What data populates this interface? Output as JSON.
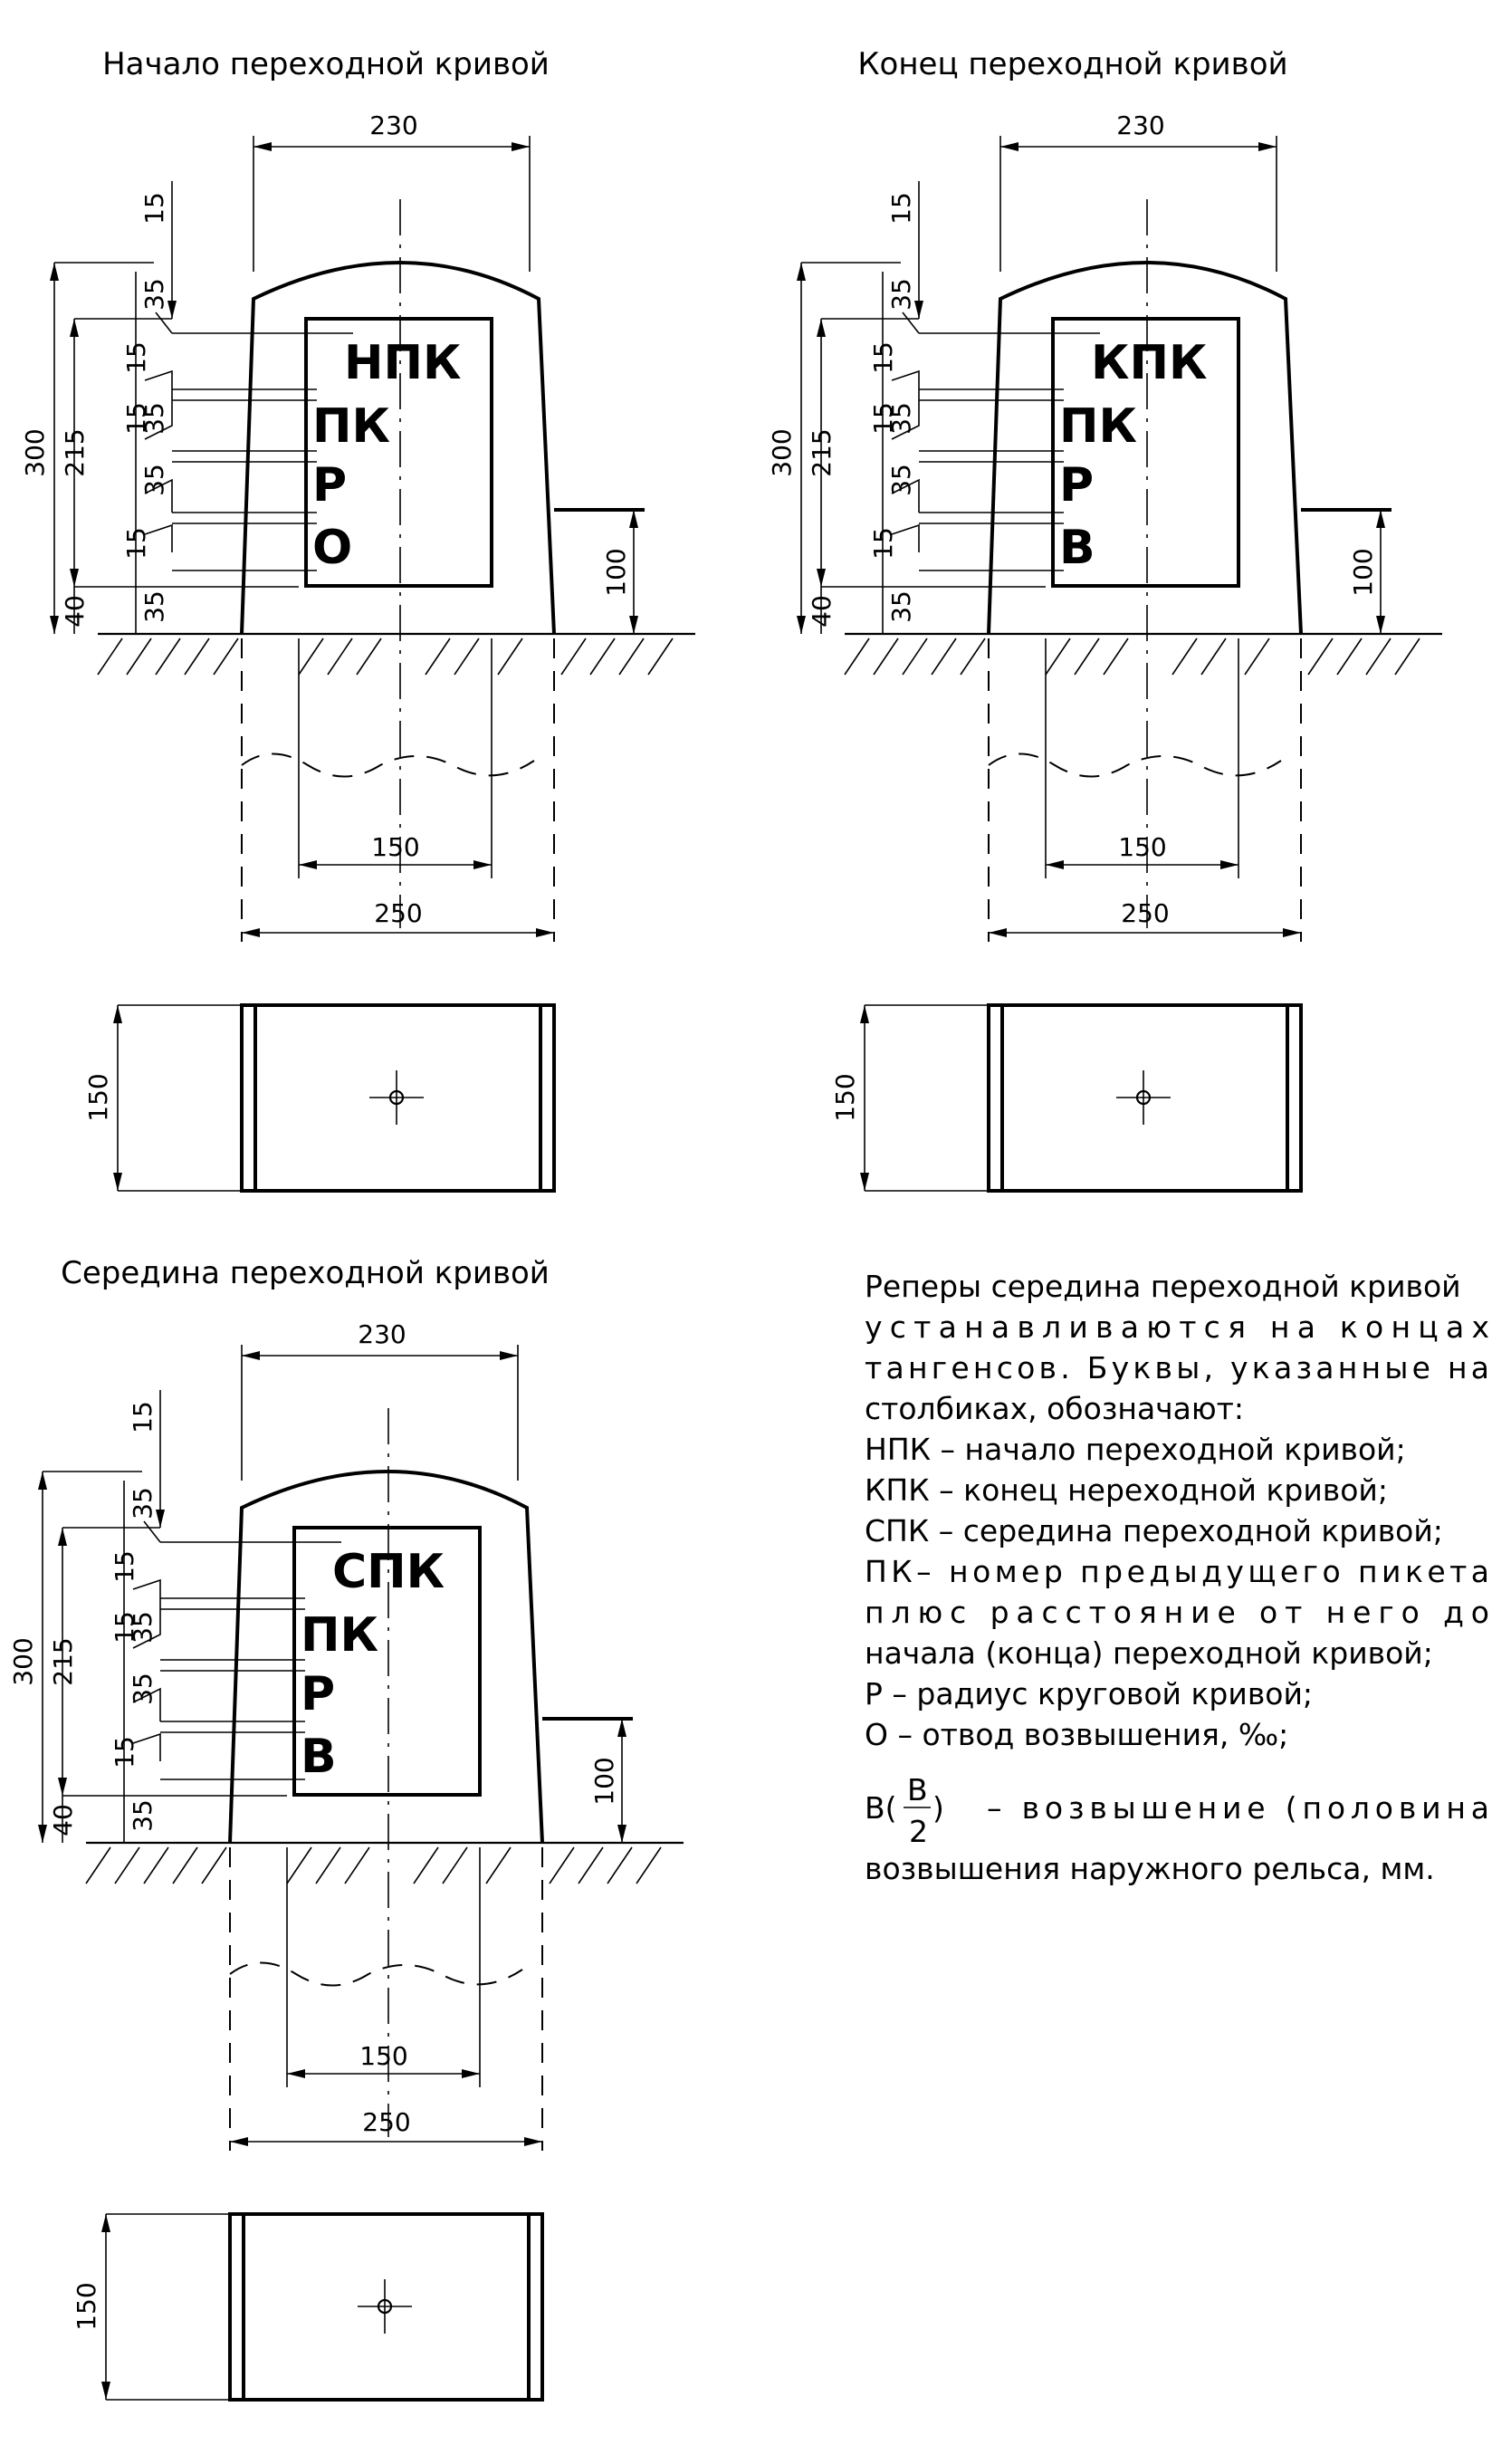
{
  "views": [
    {
      "title": "Начало переходной кривой",
      "sign_top": "НПК",
      "sign_rows": [
        "ПК",
        "Р",
        "О"
      ],
      "dims": {
        "top_width": "230",
        "total_height": "300",
        "plate_height": "215",
        "base_height": "40",
        "gap_top": "15",
        "row_35": "35",
        "row_15": "15",
        "side_height": "100",
        "plate_width": "150",
        "foot_width": "250",
        "plan_depth": "150"
      }
    },
    {
      "title": "Конец переходной кривой",
      "sign_top": "КПК",
      "sign_rows": [
        "ПК",
        "Р",
        "В"
      ],
      "dims": {
        "top_width": "230",
        "total_height": "300",
        "plate_height": "215",
        "base_height": "40",
        "gap_top": "15",
        "row_35": "35",
        "row_15": "15",
        "side_height": "100",
        "plate_width": "150",
        "foot_width": "250",
        "plan_depth": "150"
      }
    },
    {
      "title": "Середина переходной кривой",
      "sign_top": "СПК",
      "sign_rows": [
        "ПК",
        "Р",
        "В"
      ],
      "dims": {
        "top_width": "230",
        "total_height": "300",
        "plate_height": "215",
        "base_height": "40",
        "gap_top": "15",
        "row_35": "35",
        "row_15": "15",
        "side_height": "100",
        "plate_width": "150",
        "foot_width": "250",
        "plan_depth": "150"
      }
    }
  ],
  "description": {
    "lines": [
      "Реперы середина переходной кривой",
      "устанавливаются      на      концах",
      "тангенсов.  Буквы,  указанные  на",
      "столбиках, обозначают:",
      "НПК – начало переходной кривой;",
      "КПК – конец нереходной кривой;",
      "СПК – середина переходной кривой;",
      "ПК–  номер  предыдущего  пикета",
      "плюс   расстояние   от   него   до",
      "начала (конца) переходной кривой;",
      "Р – радиус круговой кривой;",
      "О – отвод возвышения, ‰;"
    ],
    "formula_prefix": "В(",
    "formula_num": "В",
    "formula_den": "2",
    "formula_suffix": ")",
    "formula_text": "–      возвышение      (половина",
    "formula_line2": "возвышения наружного рельса, мм."
  }
}
